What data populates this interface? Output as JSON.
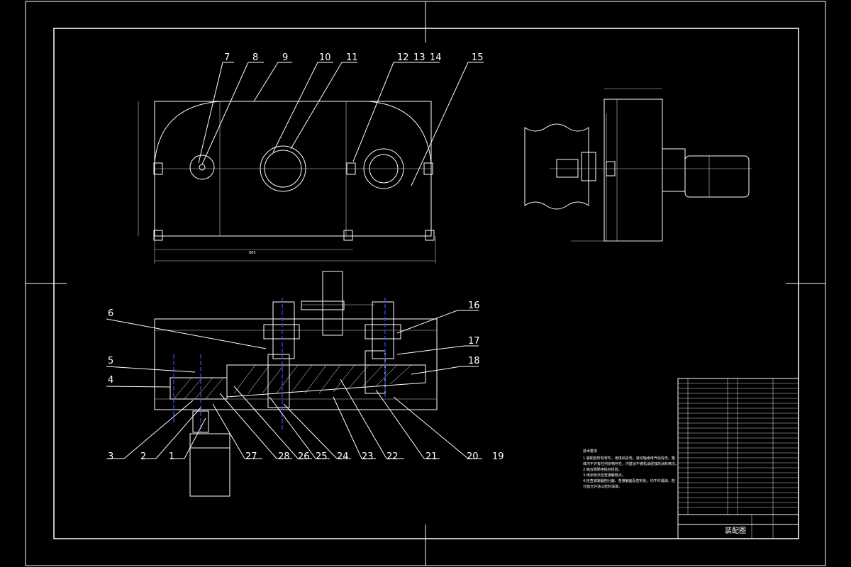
{
  "drawing": {
    "callouts_top": [
      "7",
      "8",
      "9",
      "10",
      "11",
      "12",
      "13",
      "14",
      "15"
    ],
    "callouts_right": [
      "16",
      "17",
      "18"
    ],
    "callouts_left": [
      "6",
      "5",
      "4"
    ],
    "callouts_bottom": [
      "3",
      "2",
      "1",
      "27",
      "28",
      "26",
      "25",
      "24",
      "23",
      "22",
      "21",
      "20",
      "19"
    ],
    "dim_small": "800",
    "notes_title": "技术要求",
    "notes_lines": [
      "1.装配前所有零件，用煤油清洗，滚动轴承用汽油清洗，箱",
      "体内不许有任何杂物存在，内壁涂不被机油侵蚀的涂料两次。",
      "2.啮合侧隙用铅丝检验。",
      "3.用涂色法检查接触斑点。",
      "4.检查减速器剖分面、各接触面及密封处，均不许漏油，剖",
      "分面允许涂以密封油漆。"
    ],
    "title_block_name": "装配图"
  }
}
